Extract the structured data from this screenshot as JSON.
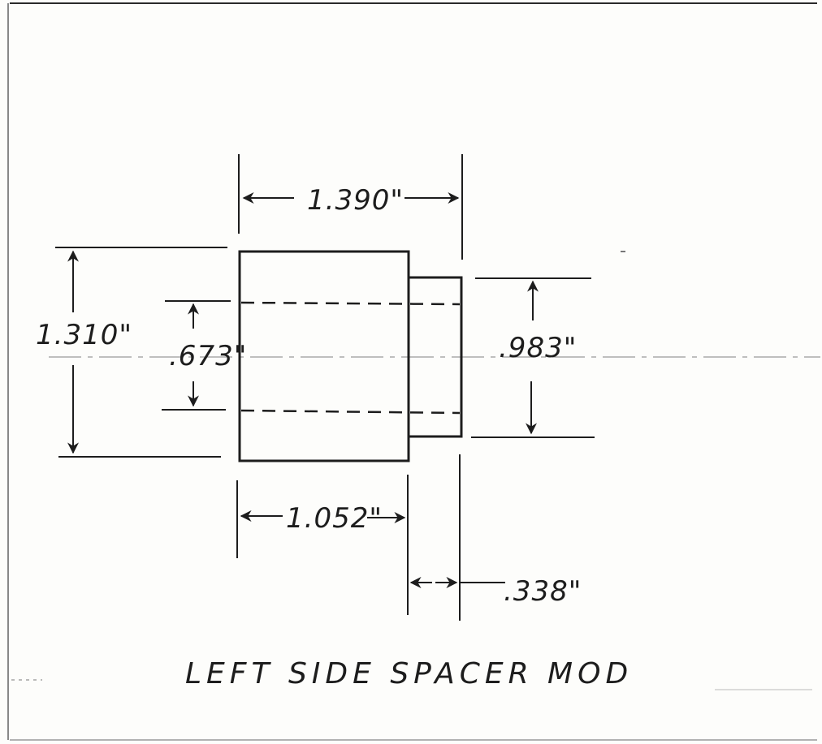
{
  "drawing": {
    "title": "LEFT SIDE SPACER MOD",
    "dimensions": {
      "overall_length": "1.390\"",
      "outer_diameter": "1.310\"",
      "bore_diameter": ".673\"",
      "step_diameter": ".983\"",
      "body_length": "1.052\"",
      "step_length": ".338\""
    }
  },
  "colors": {
    "ink": "#1d1d1d",
    "paper": "#fdfdfb"
  }
}
